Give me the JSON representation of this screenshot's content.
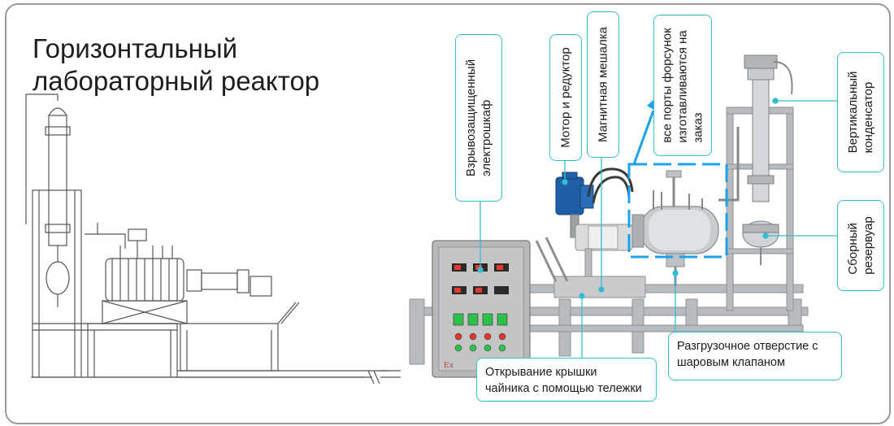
{
  "title": {
    "line1": "Горизонтальный",
    "line2": "лабораторный реактор"
  },
  "labels": {
    "cabinet": {
      "line1": "Взрывозащищенный",
      "line2": "электрошкаф"
    },
    "motor": {
      "line1": "Мотор и редуктор"
    },
    "stirrer": {
      "line1": "Магнитная мешалка"
    },
    "ports": {
      "line1": "все порты форсунок",
      "line2": "изготавливаются на",
      "line3": "заказ"
    },
    "condenser": {
      "line1": "Вертикальный",
      "line2": "конденсатор"
    },
    "receiver": {
      "line1": "Сборный",
      "line2": "резервуар"
    },
    "discharge": {
      "line1": "Разгрузочное отверстие с",
      "line2": "шаровым клапаном"
    },
    "lid": {
      "line1": "Открывание крышки",
      "line2": "чайника с помощью тележки"
    }
  },
  "cabinet_mark": "Ex",
  "colors": {
    "accent": "#36bcd0",
    "arrow": "#1aa3e8",
    "steel": "#c8cccf",
    "frame": "#b9bcbe",
    "motor": "#1f5fa8"
  }
}
